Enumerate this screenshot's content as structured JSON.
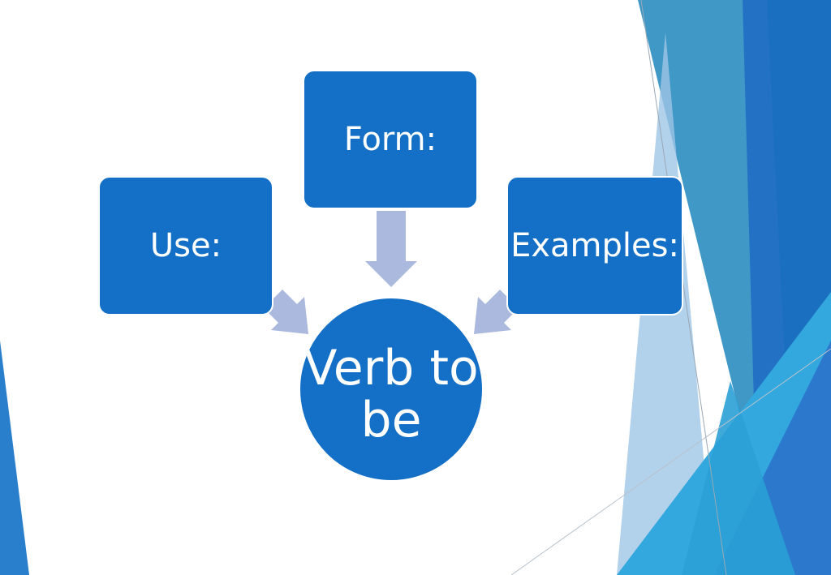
{
  "diagram": {
    "center": {
      "label": "Verb to be"
    },
    "nodes": [
      {
        "id": "form",
        "label": "Form:"
      },
      {
        "id": "use",
        "label": "Use:"
      },
      {
        "id": "examples",
        "label": "Examples:"
      }
    ],
    "edges": [
      {
        "from": "form",
        "to": "center"
      },
      {
        "from": "use",
        "to": "center"
      },
      {
        "from": "examples",
        "to": "center"
      }
    ]
  },
  "colors": {
    "node_fill": "#1470c6",
    "arrow_fill": "#aab9dd",
    "background": "#ffffff",
    "accent_dark": "#1f6fbe",
    "accent_light": "#33a8de"
  }
}
